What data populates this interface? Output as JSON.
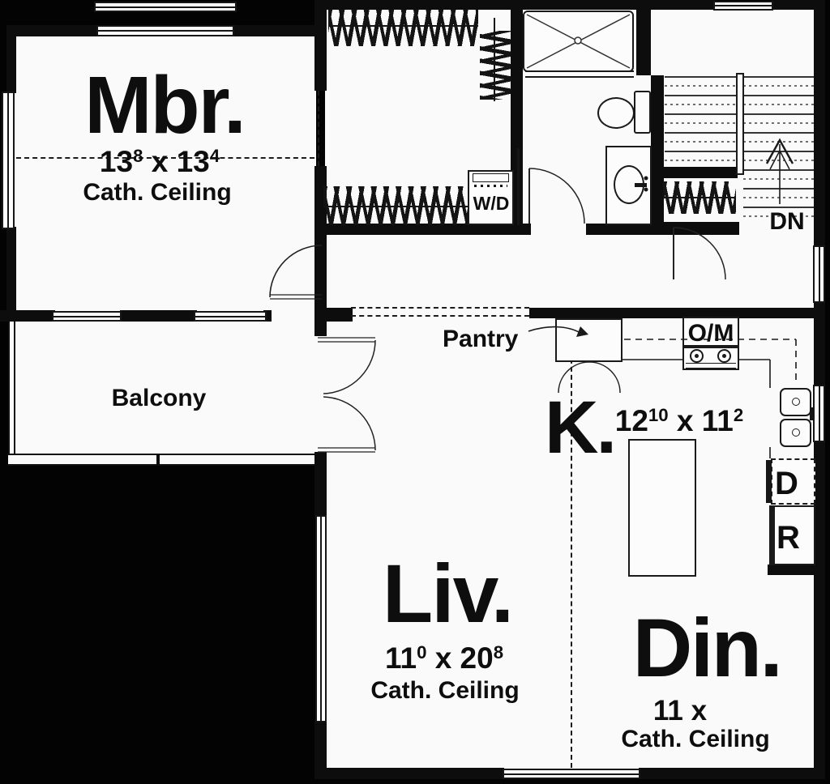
{
  "rooms": {
    "mbr": {
      "label": "Mbr.",
      "dim_main": "13",
      "dim_main_sup": "8",
      "dim_x": " x ",
      "dim_sec": "13",
      "dim_sec_sup": "4",
      "ceiling": "Cath. Ceiling"
    },
    "balcony": {
      "label": "Balcony"
    },
    "pantry": {
      "label": "Pantry"
    },
    "kitchen": {
      "label": "K.",
      "dim_main": "12",
      "dim_main_sup": "10",
      "dim_x": " x ",
      "dim_sec": "11",
      "dim_sec_sup": "2"
    },
    "living": {
      "label": "Liv.",
      "dim_main": "11",
      "dim_main_sup": "0",
      "dim_x": " x ",
      "dim_sec": "20",
      "dim_sec_sup": "8",
      "ceiling": "Cath. Ceiling"
    },
    "dining": {
      "label": "Din.",
      "dims": "11 x",
      "ceiling": "Cath. Ceiling"
    }
  },
  "fixtures": {
    "washer_dryer": "W/D",
    "oven_microwave": "O/M",
    "down": "DN",
    "dishwasher": "D",
    "refrigerator": "R"
  },
  "colors": {
    "background": "#000000",
    "walls": "#0d0d0d",
    "floor": "#fafafa",
    "lines": "#1a1a1a"
  }
}
